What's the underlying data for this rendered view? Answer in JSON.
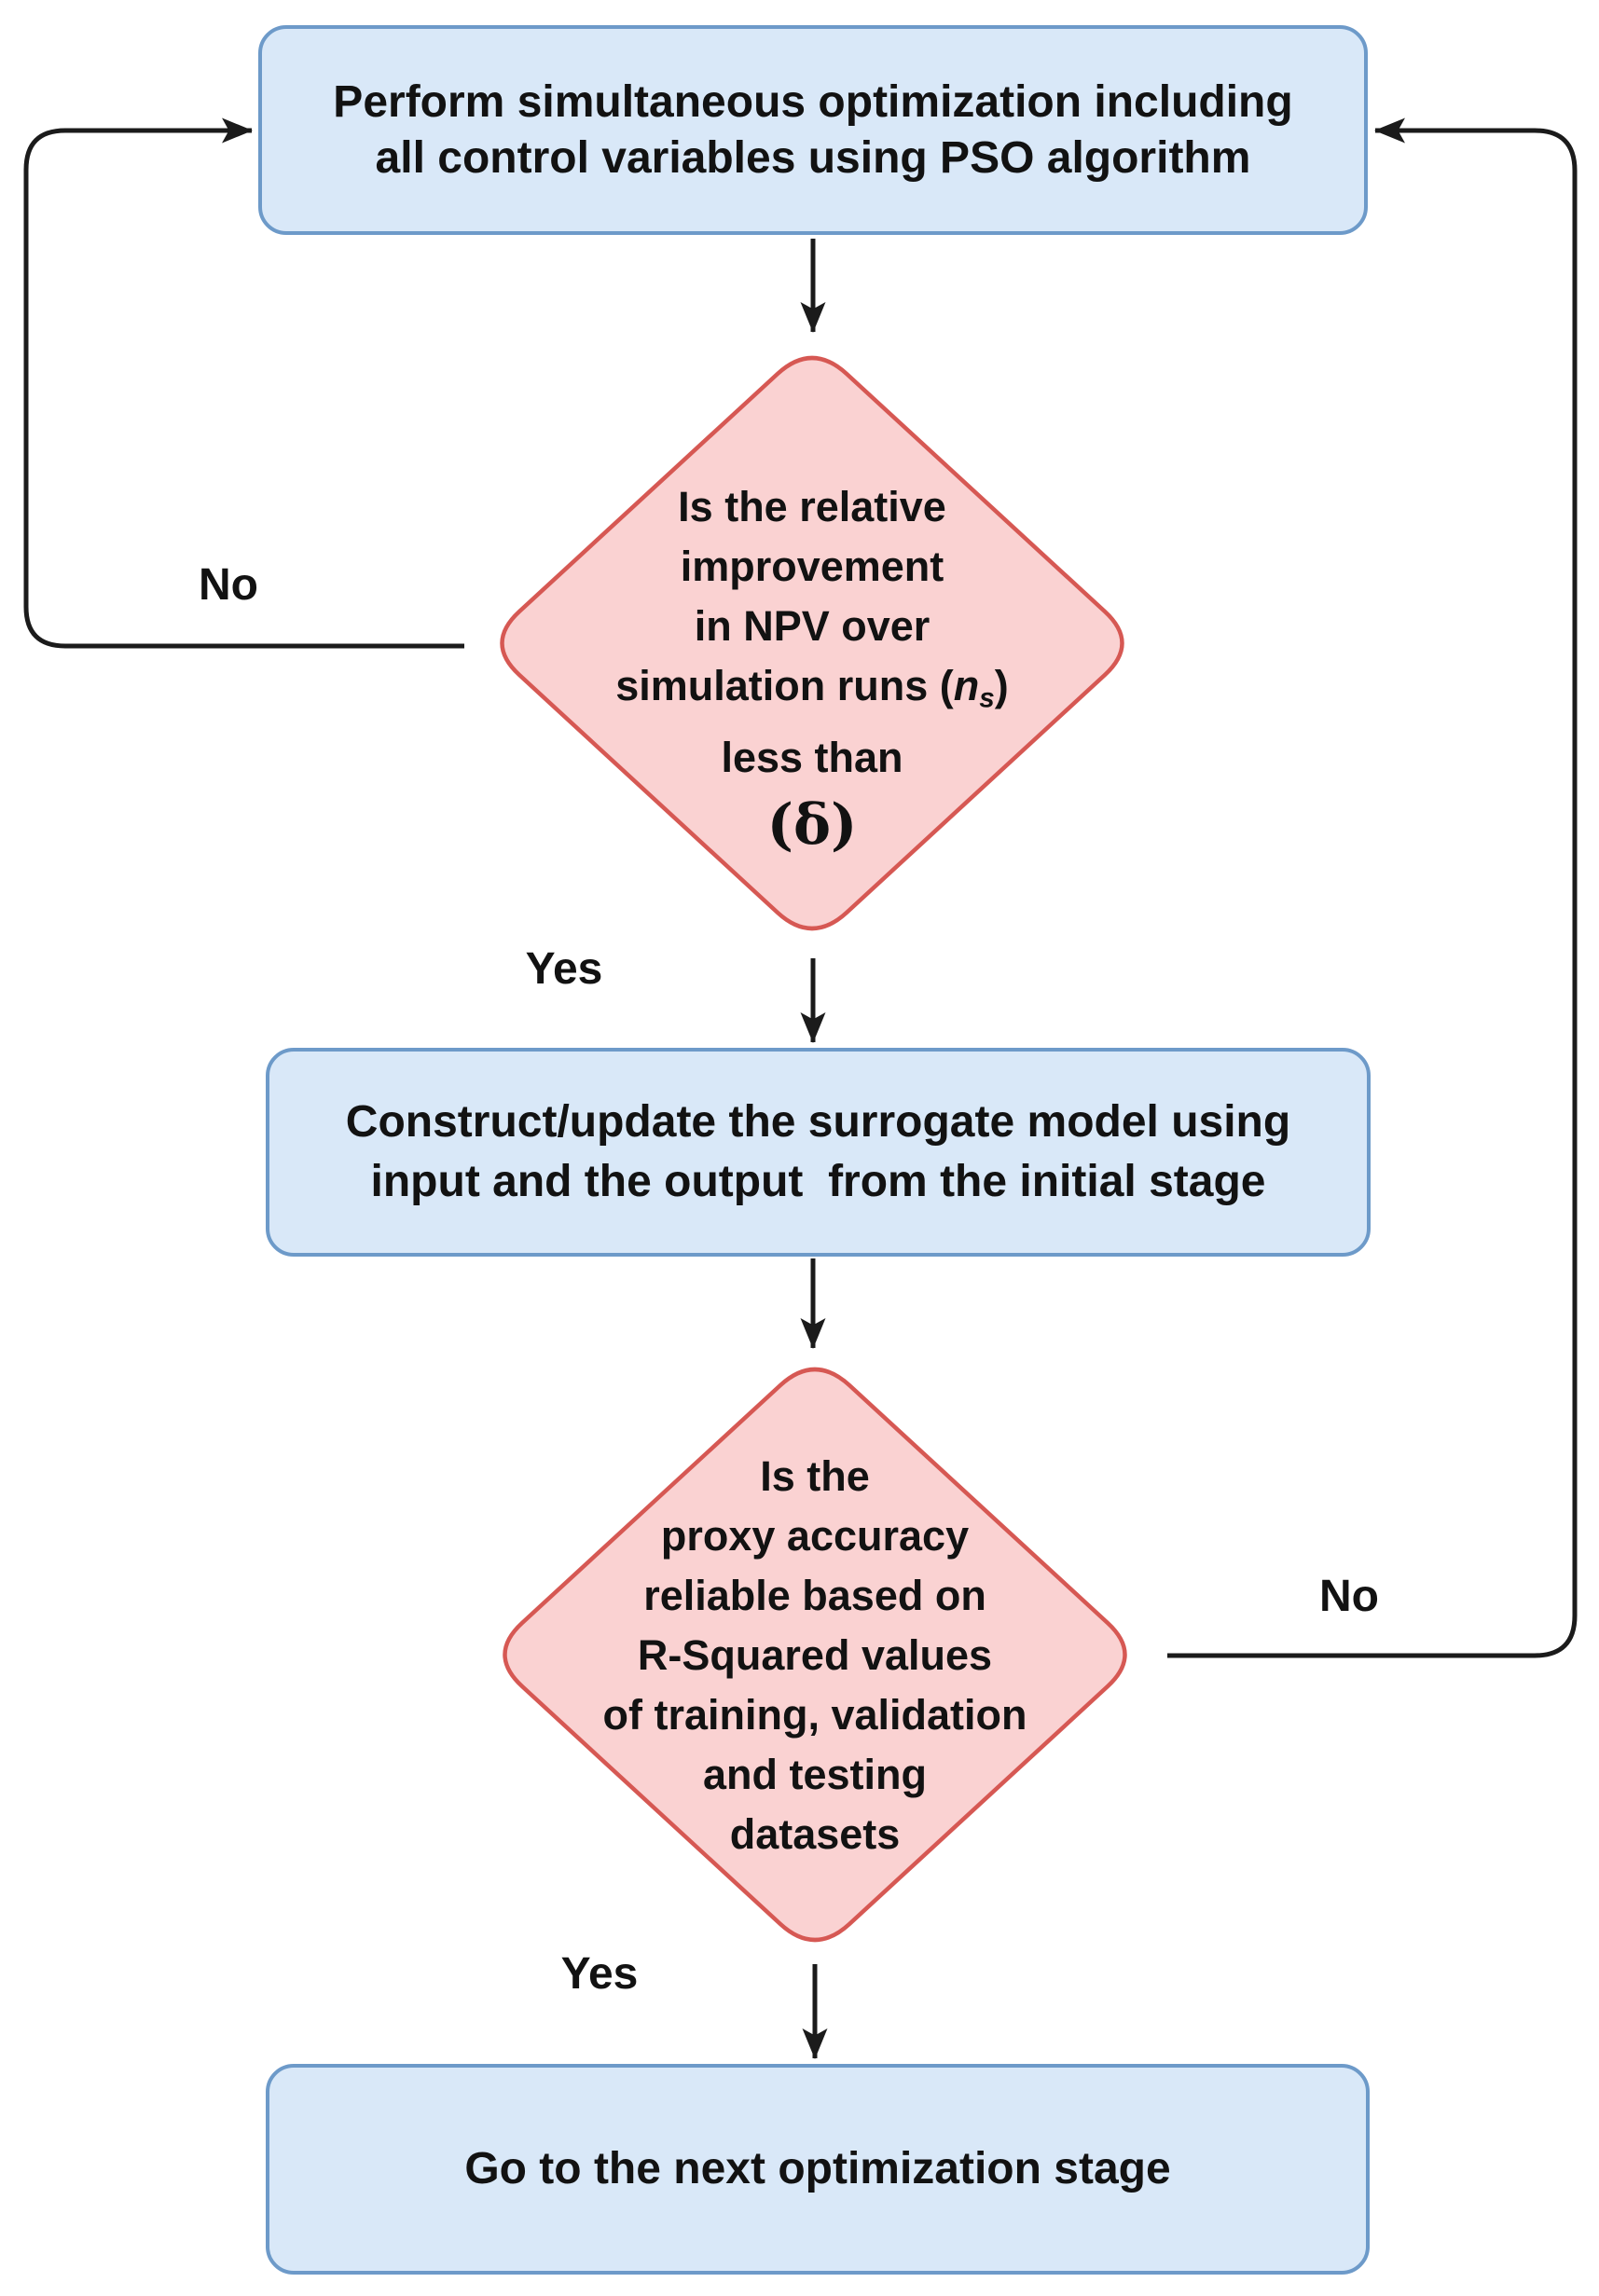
{
  "colors": {
    "box_fill": "#d9e8f8",
    "box_border": "#6d9ac9",
    "diamond_fill": "#fad2d2",
    "diamond_border": "#d65853",
    "line": "#1b1b1b",
    "text": "#121212"
  },
  "nodes": {
    "pso": {
      "lines": [
        "Perform simultaneous optimization including",
        "all control variables using PSO algorithm"
      ]
    },
    "npv_decision": {
      "line1": "Is the relative",
      "line2": "improvement",
      "line3": "in NPV over",
      "line4_pre": "simulation runs (",
      "line4_var": "n",
      "line4_sub": "s",
      "line4_post": ")",
      "line5": "less than",
      "line6_delta": "(δ)"
    },
    "surrogate": {
      "lines": [
        "Construct/update the surrogate model using",
        "input and the output  from the initial stage"
      ]
    },
    "proxy_decision": {
      "lines": [
        "Is the",
        "proxy accuracy",
        "reliable based on",
        "R-Squared values",
        "of training, validation",
        "and testing",
        "datasets"
      ]
    },
    "next_stage": {
      "label": "Go to the next optimization stage"
    }
  },
  "edge_labels": {
    "no_left": "No",
    "yes_left": "Yes",
    "no_right": "No",
    "yes_bottom": "Yes"
  }
}
